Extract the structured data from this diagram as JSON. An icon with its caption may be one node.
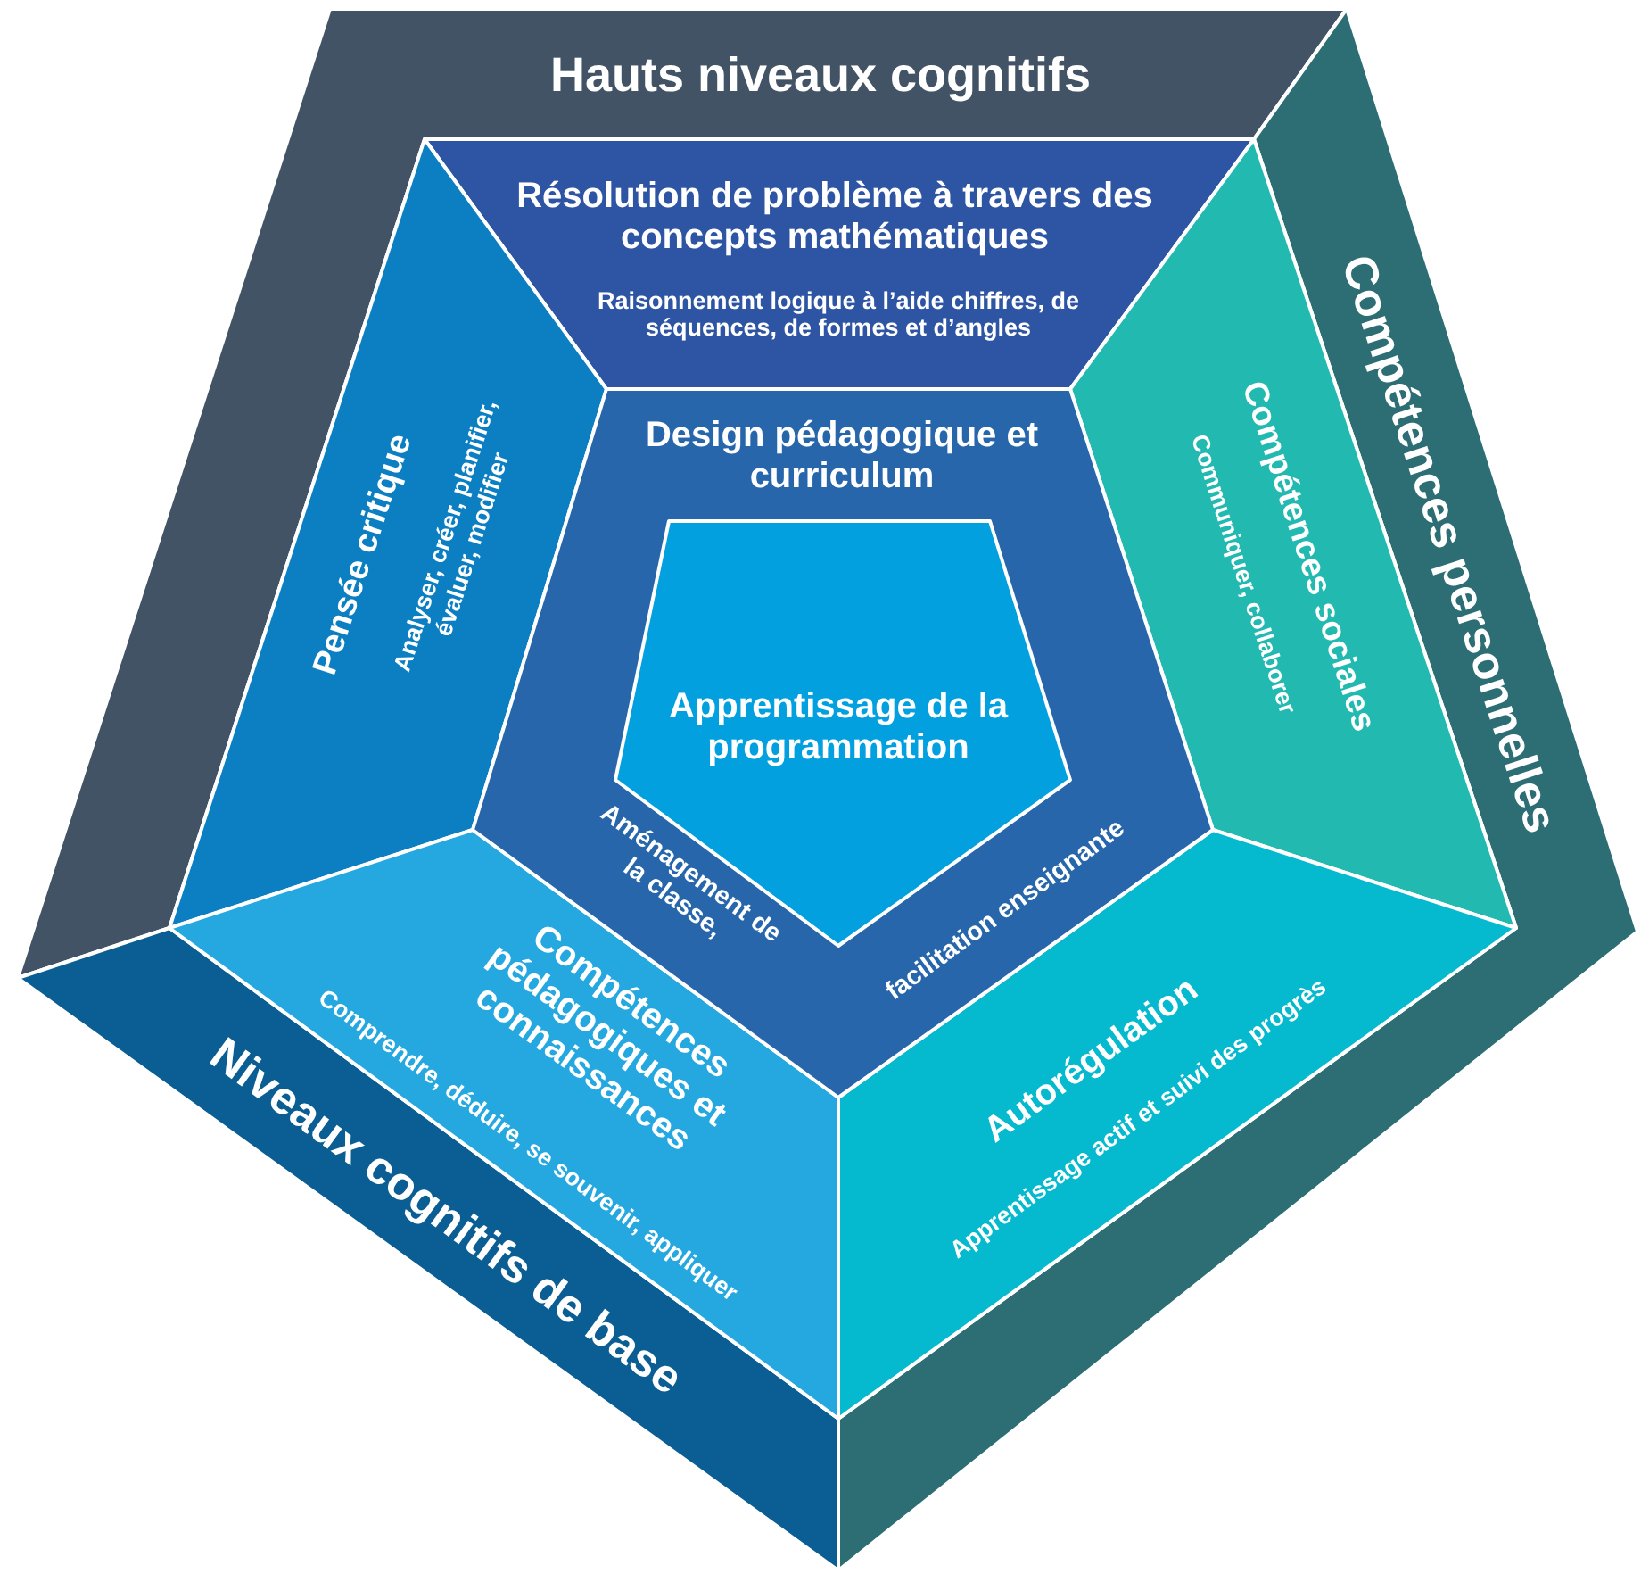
{
  "diagram": {
    "nodes": [
      {
        "text": [
          "Hauts niveaux cognitifs"
        ]
      },
      {
        "text": [
          "Compétences personnelles"
        ]
      },
      {
        "text": [
          "Niveaux cognitifs de base"
        ]
      },
      {
        "text": [
          "Résolution de problème à travers des concepts mathématiques",
          "Raisonnement logique à l’aide chiffres, de séquences, de formes et d’angles"
        ]
      },
      {
        "text": [
          "Pensée critique",
          "Analyser, créer, planifier, évaluer, modifier"
        ]
      },
      {
        "text": [
          "Compétences sociales",
          "Communiquer, collaborer"
        ]
      },
      {
        "text": [
          "Compétences pédagogiques et connaissances",
          "Comprendre, déduire, se souvenir, appliquer"
        ]
      },
      {
        "text": [
          "Autorégulation",
          "Apprentissage actif et suivi des progrès"
        ]
      },
      {
        "text": [
          "Design pédagogique et curriculum",
          "Aménagement de la classe,",
          "facilitation enseignante"
        ]
      },
      {
        "text": [
          "Apprentissage de la programmation"
        ],
        "in": 8
      }
    ]
  }
}
